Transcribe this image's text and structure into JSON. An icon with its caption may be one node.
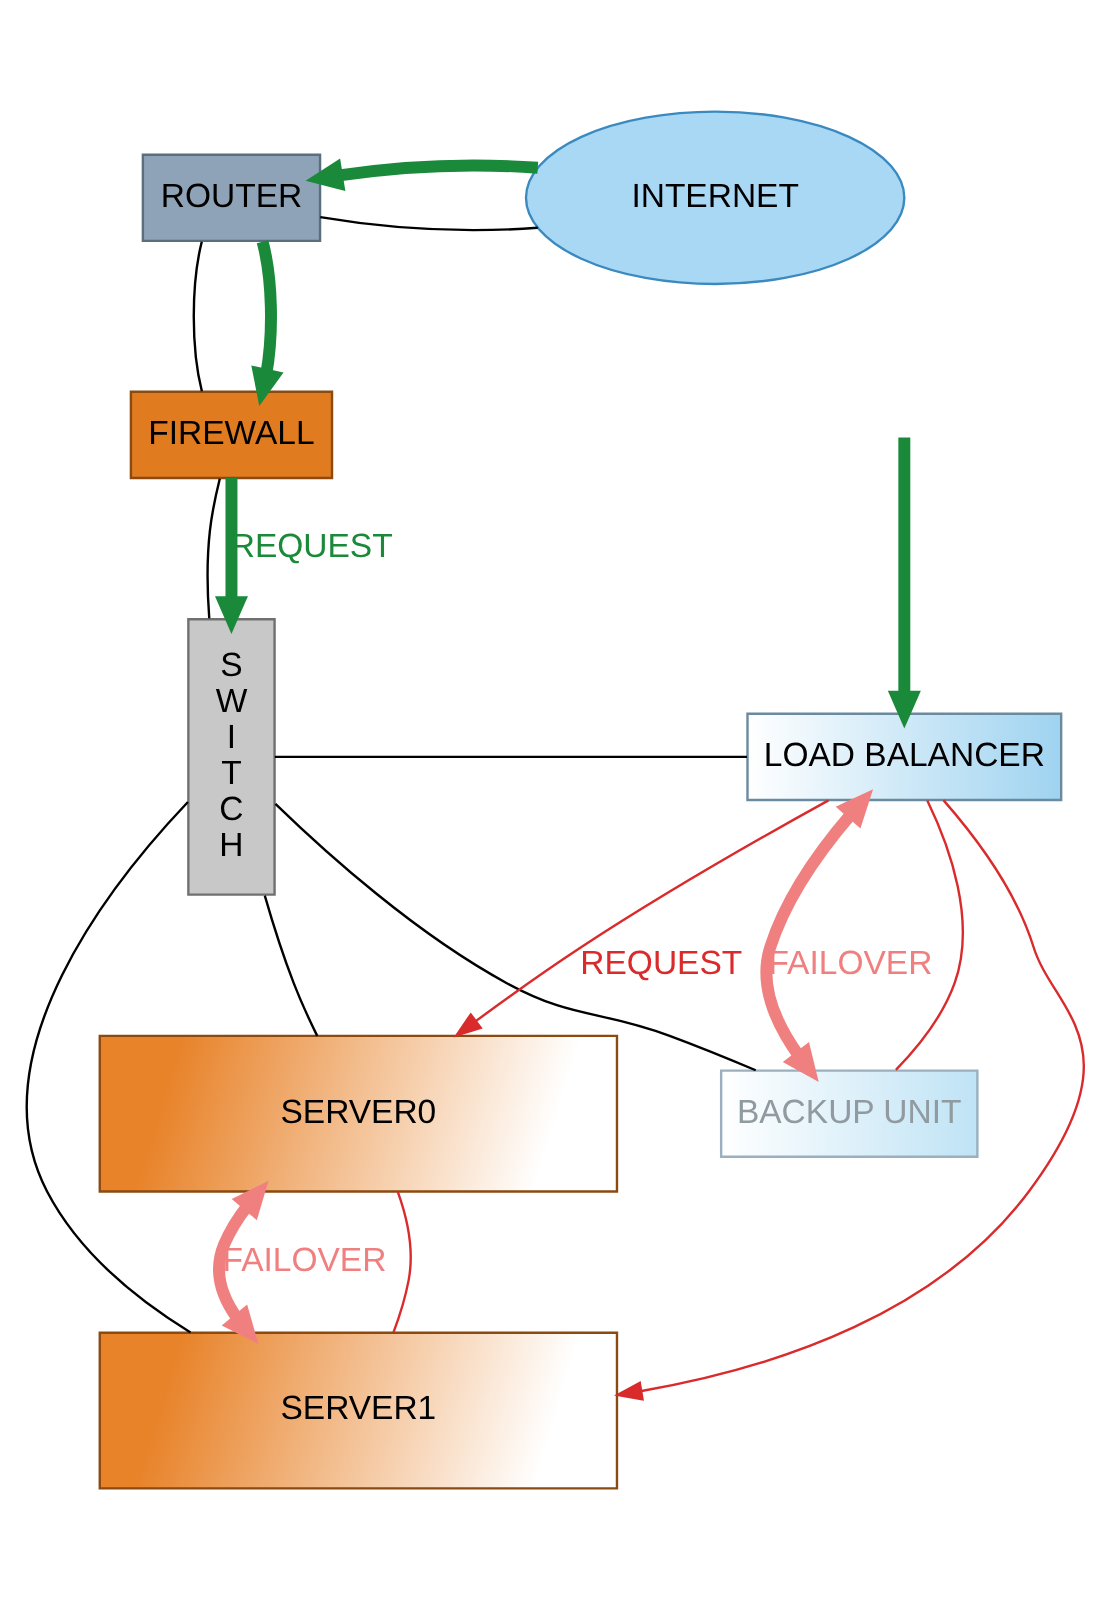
{
  "diagram": {
    "nodes": [
      {
        "text": [
          "ROUTER"
        ]
      },
      {
        "text": [
          "INTERNET"
        ]
      },
      {
        "text": [
          "FIREWALL"
        ]
      },
      {
        "text": [
          "S W I T C H"
        ]
      },
      {
        "text": [
          "LOAD BALANCER"
        ]
      },
      {
        "text": [
          "BACKUP UNIT"
        ]
      },
      {
        "text": [
          "SERVER0"
        ]
      },
      {
        "text": [
          "SERVER1"
        ]
      }
    ],
    "edges": [
      {
        "from": 0,
        "to": 1,
        "arrow": "none"
      },
      {
        "from": 1,
        "to": 0,
        "arrow": "to",
        "style": "thick",
        "color": "#1a8a3a"
      },
      {
        "from": 0,
        "to": 2,
        "arrow": "none"
      },
      {
        "from": 0,
        "to": 2,
        "arrow": "to",
        "style": "thick",
        "color": "#1a8a3a"
      },
      {
        "from": 2,
        "to": 3,
        "arrow": "none"
      },
      {
        "from": 2,
        "to": 3,
        "arrow": "to",
        "label": "REQUEST",
        "style": "thick",
        "color": "#1a8a3a"
      },
      {
        "from": null,
        "to": 4,
        "arrow": "to",
        "style": "thick",
        "color": "#1a8a3a"
      },
      {
        "from": 3,
        "to": 4,
        "arrow": "none"
      },
      {
        "from": 3,
        "to": 5,
        "arrow": "none"
      },
      {
        "from": 4,
        "to": 5,
        "arrow": "none",
        "color": "#d92b2b"
      },
      {
        "from": 4,
        "to": 5,
        "arrow": "both",
        "label": "FAILOVER",
        "style": "thick",
        "color": "#f08080"
      },
      {
        "from": 4,
        "to": 6,
        "arrow": "to",
        "label": "REQUEST",
        "color": "#d92b2b"
      },
      {
        "from": 4,
        "to": 7,
        "arrow": "to",
        "color": "#d92b2b"
      },
      {
        "from": 3,
        "to": 6,
        "arrow": "none"
      },
      {
        "from": 3,
        "to": 7,
        "arrow": "none"
      },
      {
        "from": 6,
        "to": 7,
        "arrow": "none",
        "color": "#d92b2b"
      },
      {
        "from": 6,
        "to": 7,
        "arrow": "both",
        "label": "FAILOVER",
        "style": "thick",
        "color": "#f08080"
      }
    ]
  }
}
